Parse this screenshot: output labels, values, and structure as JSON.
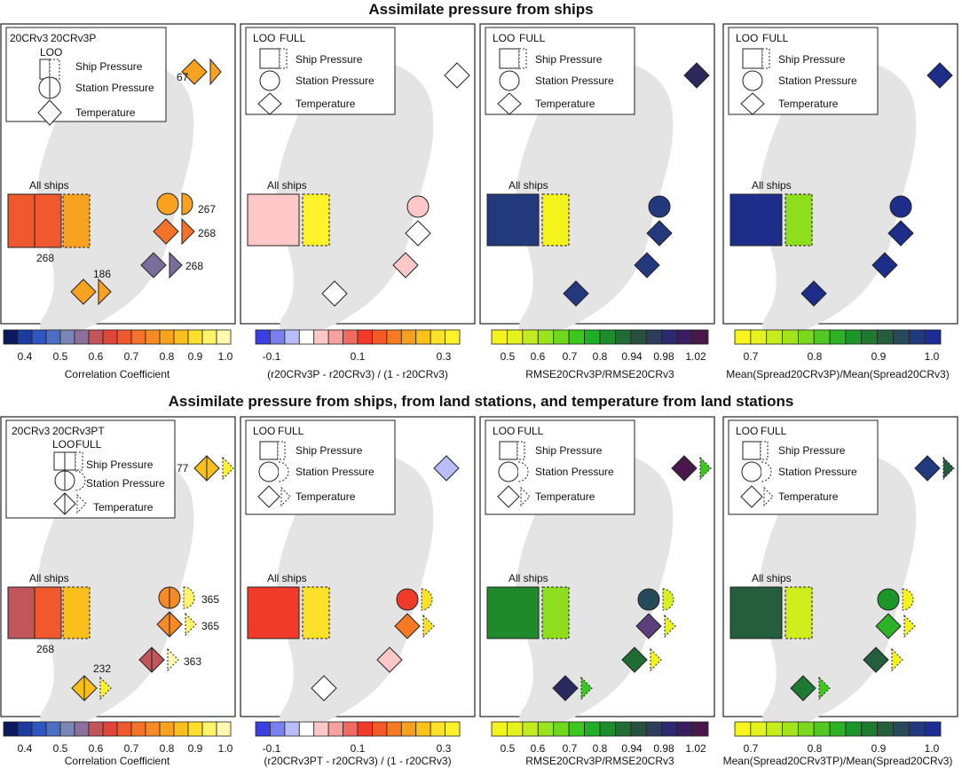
{
  "colors": {
    "land": "#e4e4e4",
    "corr_scale": [
      "#0b1a5c",
      "#1d3a9e",
      "#2f55c0",
      "#4c6fc4",
      "#7a87b5",
      "#8c6f9a",
      "#c0565a",
      "#e0453a",
      "#f0582e",
      "#f4722a",
      "#f68a24",
      "#f9a21f",
      "#fbbf1c",
      "#fde02e",
      "#fff36a",
      "#fff8b0"
    ],
    "diff_scale": [
      "#3a3fe0",
      "#7a80f0",
      "#b8bcf8",
      "#ffffff",
      "#ffc8c8",
      "#f7a0a0",
      "#f06a62",
      "#f03a2a",
      "#f25a26",
      "#f57a22",
      "#f8a01e",
      "#fbc21a",
      "#fde128",
      "#fff22a"
    ],
    "rmse_scale": [
      "#f4f41c",
      "#e4f21e",
      "#c2ec1e",
      "#9ae41c",
      "#6ed81c",
      "#3cc81e",
      "#1fae24",
      "#1d8c2a",
      "#1f6c34",
      "#27503f",
      "#2d3e5a",
      "#2b2a70",
      "#3a1d5e",
      "#4a174d"
    ],
    "spread_scale": [
      "#f8f41c",
      "#e6f21e",
      "#c6ec1e",
      "#a2e41c",
      "#7ad81e",
      "#52c822",
      "#2db226",
      "#1c9628",
      "#1e7a30",
      "#245e3c",
      "#264a5a",
      "#22397e",
      "#1c2e96"
    ]
  },
  "rows": [
    {
      "title": "Assimilate pressure from ships",
      "panels": [
        {
          "legend": {
            "col_a": "20CRv3",
            "col_b": "20CRv3P",
            "sub_a": "LOO",
            "sub_b": "",
            "items": [
              "Ship Pressure",
              "Station Pressure",
              "Temperature"
            ]
          },
          "all_ships": "All ships",
          "labels": [
            "67",
            "268",
            "267",
            "268",
            "186",
            "268"
          ]
        },
        {
          "legend": {
            "col_a": "LOO",
            "col_b": "FULL",
            "items": [
              "Ship Pressure",
              "Station Pressure",
              "Temperature"
            ]
          },
          "all_ships": "All ships"
        },
        {
          "legend": {
            "col_a": "LOO",
            "col_b": "FULL",
            "items": [
              "Ship Pressure",
              "Station Pressure",
              "Temperature"
            ]
          },
          "all_ships": "All ships"
        },
        {
          "legend": {
            "col_a": "LOO",
            "col_b": "FULL",
            "items": [
              "Ship Pressure",
              "Station Pressure",
              "Temperature"
            ]
          },
          "all_ships": "All ships"
        }
      ],
      "colorbars": [
        {
          "ticks": [
            "0.4",
            "0.5",
            "0.6",
            "0.7",
            "0.8",
            "0.9",
            "1.0"
          ],
          "label": "Correlation Coefficient"
        },
        {
          "ticks": [
            "-0.1",
            "0.1",
            "0.3"
          ],
          "label": "(r20CRv3P - r20CRv3) / (1 - r20CRv3)"
        },
        {
          "ticks": [
            "0.5",
            "0.6",
            "0.7",
            "0.8",
            "0.94",
            "0.98",
            "1.02"
          ],
          "label": "RMSE20CRv3P/RMSE20CRv3"
        },
        {
          "ticks": [
            "0.7",
            "0.8",
            "0.9",
            "1.0"
          ],
          "label": "Mean(Spread20CRv3P)/Mean(Spread20CRv3)"
        }
      ]
    },
    {
      "title": "Assimilate pressure from ships, from land stations, and temperature from land stations",
      "panels": [
        {
          "legend": {
            "col_a": "20CRv3",
            "col_b": "20CRv3PT",
            "sub_a": "LOO",
            "sub_b": "FULL",
            "items": [
              "Ship Pressure",
              "Station Pressure",
              "Temperature"
            ]
          },
          "all_ships": "All ships",
          "labels": [
            "77",
            "268",
            "365",
            "365",
            "363",
            "232"
          ]
        },
        {
          "legend": {
            "col_a": "LOO",
            "col_b": "FULL",
            "items": [
              "Ship Pressure",
              "Station Pressure",
              "Temperature"
            ]
          },
          "all_ships": "All ships"
        },
        {
          "legend": {
            "col_a": "LOO",
            "col_b": "FULL",
            "items": [
              "Ship Pressure",
              "Station Pressure",
              "Temperature"
            ]
          },
          "all_ships": "All ships"
        },
        {
          "legend": {
            "col_a": "LOO",
            "col_b": "FULL",
            "items": [
              "Ship Pressure",
              "Station Pressure",
              "Temperature"
            ]
          },
          "all_ships": "All ships"
        }
      ],
      "colorbars": [
        {
          "ticks": [
            "0.4",
            "0.5",
            "0.6",
            "0.7",
            "0.8",
            "0.9",
            "1.0"
          ],
          "label": "Correlation Coefficient"
        },
        {
          "ticks": [
            "-0.1",
            "0.1",
            "0.3"
          ],
          "label": "(r20CRv3PT - r20CRv3) / (1 - r20CRv3)"
        },
        {
          "ticks": [
            "0.5",
            "0.6",
            "0.7",
            "0.8",
            "0.94",
            "0.98",
            "1.02"
          ],
          "label": "RMSE20CRv3P/RMSE20CRv3"
        },
        {
          "ticks": [
            "0.7",
            "0.8",
            "0.9",
            "1.0"
          ],
          "label": "Mean(Spread20CRv3TP)/Mean(Spread20CRv3)"
        }
      ]
    }
  ],
  "chart_data": [
    {
      "type": "table",
      "title": "Assimilate pressure from ships",
      "stations": [
        "all_ships",
        "station_ne",
        "station_e_circle",
        "station_e_diamond",
        "station_se",
        "station_s"
      ],
      "series": [
        {
          "name": "Correlation Coefficient",
          "values_a": [
            0.72,
            0.8,
            0.82,
            0.76,
            0.62,
            0.8
          ],
          "values_b": [
            0.78,
            null,
            0.82,
            0.76,
            0.62,
            null
          ]
        },
        {
          "name": "(r20CRv3P - r20CRv3) / (1 - r20CRv3)",
          "values": [
            0.02,
            -0.01,
            0.01,
            -0.02,
            0.04,
            0.0
          ],
          "values_b": [
            0.28
          ]
        },
        {
          "name": "RMSE20CRv3P/RMSE20CRv3",
          "values": [
            0.99,
            1.02,
            0.99,
            0.99,
            0.99,
            0.99
          ],
          "values_b": [
            0.5
          ]
        },
        {
          "name": "Mean(Spread20CRv3P)/Mean(Spread20CRv3)",
          "values": [
            0.98,
            0.98,
            0.98,
            0.98,
            0.98,
            0.98
          ],
          "values_b": [
            0.82
          ]
        }
      ]
    },
    {
      "type": "table",
      "title": "Assimilate pressure from ships, from land stations, and temperature from land stations",
      "stations": [
        "all_ships",
        "station_ne",
        "station_e_circle",
        "station_e_diamond",
        "station_se",
        "station_s"
      ],
      "series": [
        {
          "name": "Correlation Coefficient",
          "values_a": [
            0.66,
            0.86,
            0.82,
            0.78,
            0.66,
            0.86
          ],
          "values_b": [
            0.74,
            0.86,
            0.88,
            0.82,
            0.7,
            0.88
          ],
          "values_c": [
            0.88,
            0.96,
            0.96,
            0.96,
            0.98,
            0.96
          ]
        },
        {
          "name": "(r20CRv3PT - r20CRv3) / (1 - r20CRv3)",
          "values": [
            0.08,
            -0.08,
            0.07,
            0.14,
            0.03,
            0.0
          ],
          "values_b": [
            0.28,
            null,
            0.28,
            0.28,
            null,
            null
          ]
        },
        {
          "name": "RMSE20CRv3P/RMSE20CRv3",
          "values": [
            0.74,
            1.0,
            0.96,
            1.0,
            0.9,
            0.96
          ],
          "values_b": [
            0.65,
            0.7,
            0.56,
            0.5,
            0.56,
            0.7
          ]
        },
        {
          "name": "Mean(Spread20CRv3TP)/Mean(Spread20CRv3)",
          "values": [
            0.87,
            0.96,
            0.86,
            0.86,
            0.88,
            0.86
          ],
          "values_b": [
            0.76,
            0.87,
            0.78,
            0.8,
            0.76,
            0.82
          ]
        }
      ]
    }
  ]
}
